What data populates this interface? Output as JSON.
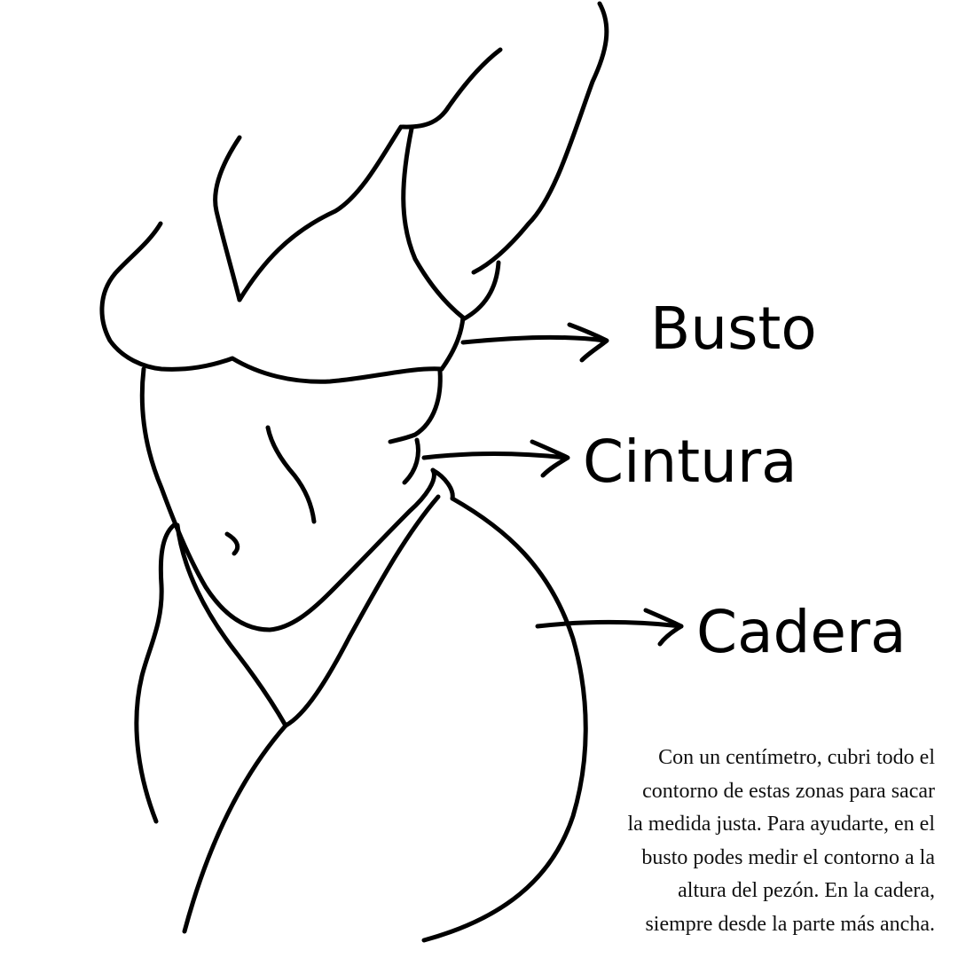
{
  "colors": {
    "background": "#ffffff",
    "ink": "#000000"
  },
  "labels": {
    "busto": "Busto",
    "cintura": "Cintura",
    "cadera": "Cadera"
  },
  "instructions": {
    "lines": [
      "Con un centímetro, cubri todo el",
      "contorno de estas zonas para sacar",
      "la medida justa. Para ayudarte, en el",
      "busto podes medir el contorno a la",
      "altura del pezón. En la cadera,",
      "siempre desde la parte más ancha."
    ]
  }
}
